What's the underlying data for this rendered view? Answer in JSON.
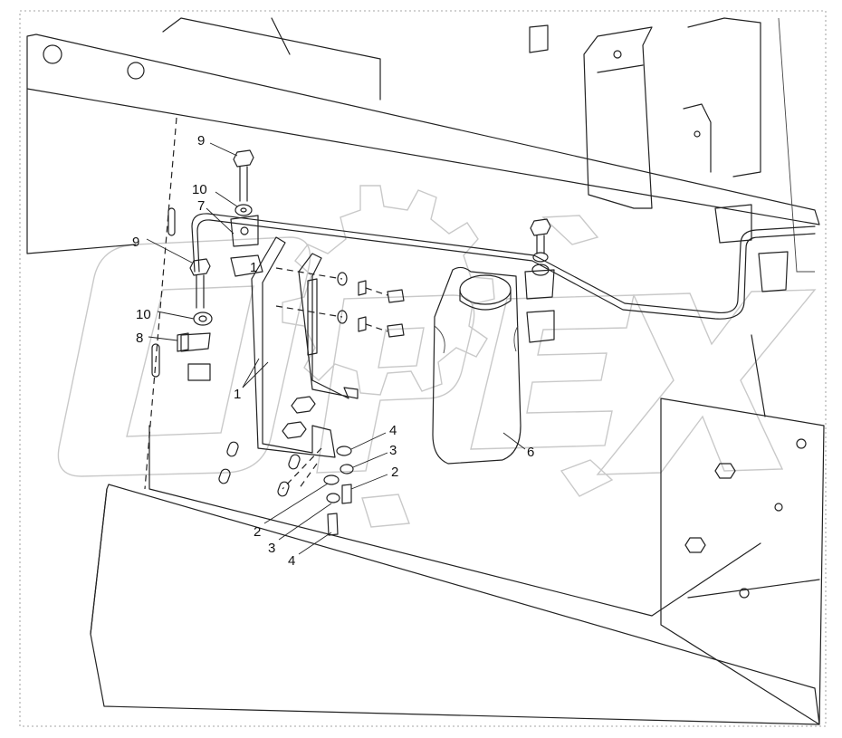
{
  "watermark": {
    "text": "OPEX",
    "color": "#c9c9c9"
  },
  "callouts": [
    {
      "id": "c9a",
      "label": "9"
    },
    {
      "id": "c10a",
      "label": "10"
    },
    {
      "id": "c7",
      "label": "7"
    },
    {
      "id": "c9b",
      "label": "9"
    },
    {
      "id": "c10b",
      "label": "10"
    },
    {
      "id": "c8",
      "label": "8"
    },
    {
      "id": "c1a",
      "label": "1"
    },
    {
      "id": "c1b",
      "label": "1"
    },
    {
      "id": "c4a",
      "label": "4"
    },
    {
      "id": "c3a",
      "label": "3"
    },
    {
      "id": "c2a",
      "label": "2"
    },
    {
      "id": "c2b",
      "label": "2"
    },
    {
      "id": "c3b",
      "label": "3"
    },
    {
      "id": "c4b",
      "label": "4"
    },
    {
      "id": "c6",
      "label": "6"
    }
  ],
  "colors": {
    "line": "#222222",
    "background": "#ffffff"
  }
}
